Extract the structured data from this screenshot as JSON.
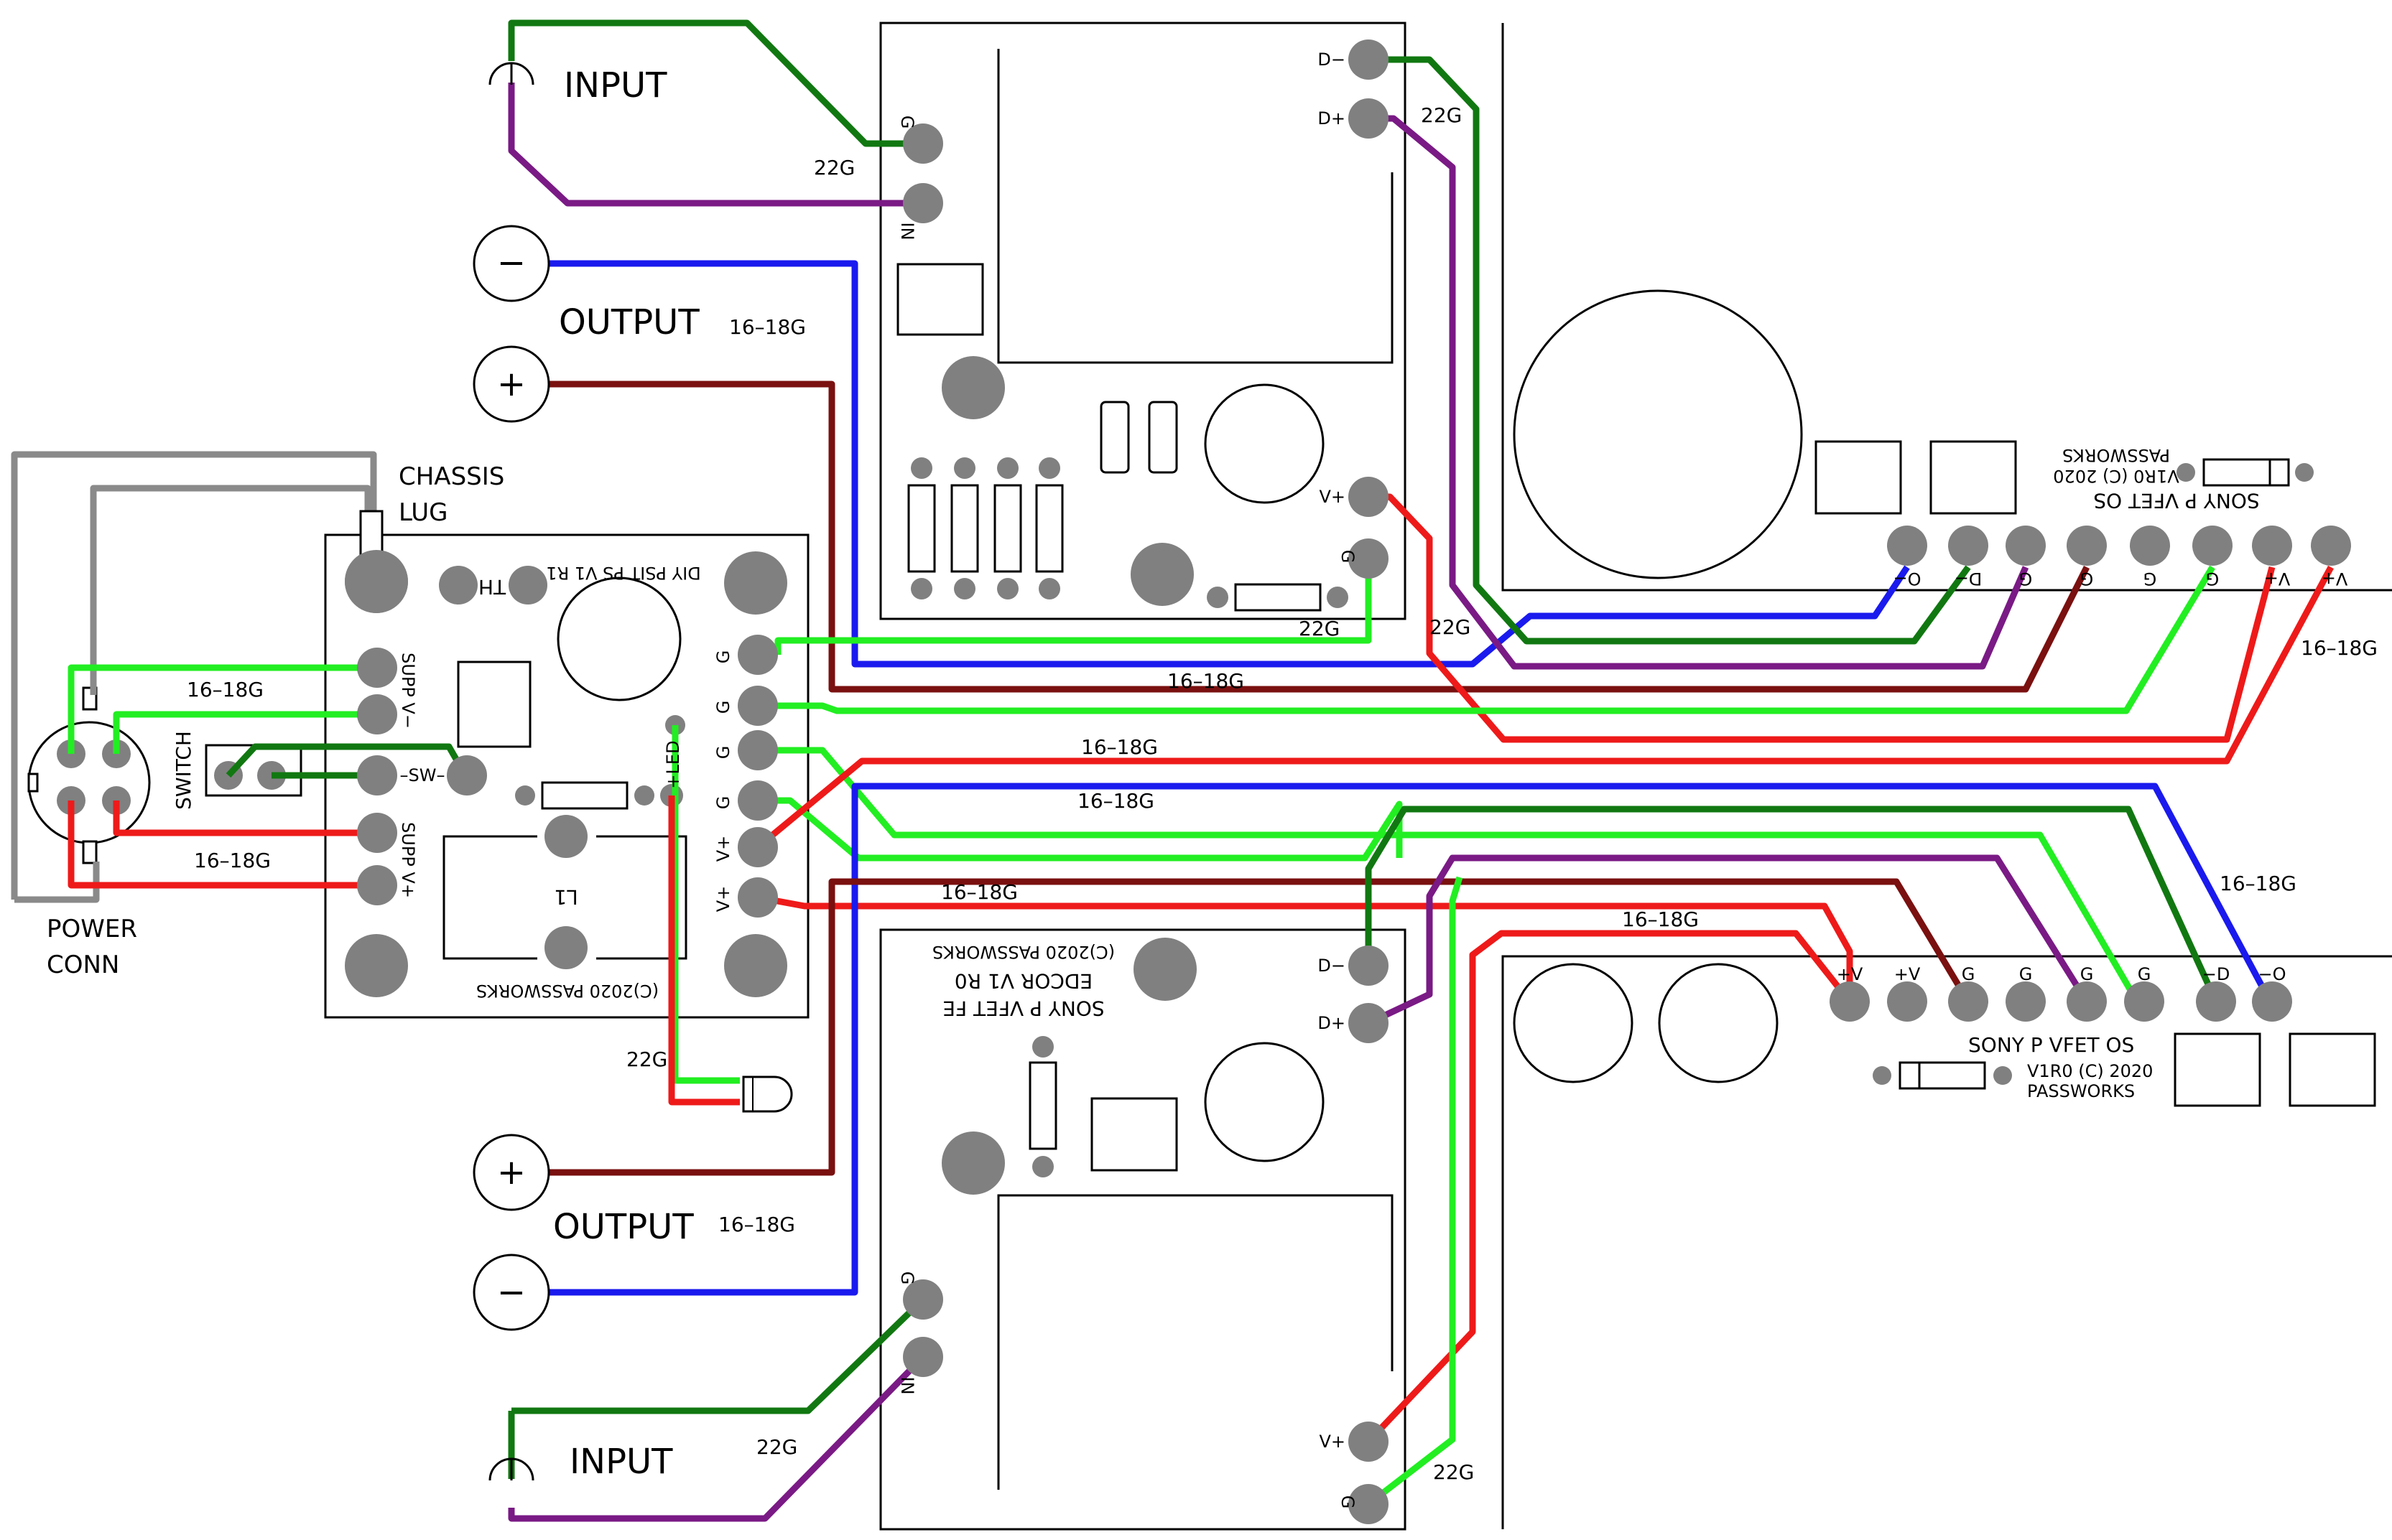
{
  "connectors": {
    "input_top": "INPUT",
    "output_top": "OUTPUT",
    "output_top_gauge": "16–18G",
    "output_bottom": "OUTPUT",
    "output_bottom_gauge": "16–18G",
    "input_bottom": "INPUT",
    "chassis_lug_line1": "CHASSIS",
    "chassis_lug_line2": "LUG",
    "power_conn_line1": "POWER",
    "power_conn_line2": "CONN",
    "switch": "SWITCH",
    "minus_symbol": "−",
    "plus_symbol": "+"
  },
  "psu_board": {
    "title": "DIY PSIT PS V1 R1",
    "th": "TH",
    "copyright": "(C)2020 PASSWORKS",
    "supp_vminus": "SUPP V−",
    "supp_vplus": "SUPP V+",
    "sw": "–SW–",
    "inductor": "L1",
    "led_plus": "+LED",
    "pad_g": "G",
    "pad_vplus": "V+"
  },
  "fe_board_top": {
    "pad_g": "G",
    "pad_in": "IN",
    "pad_dminus": "D−",
    "pad_dplus": "D+",
    "pad_vplus": "V+",
    "pad_g2": "G"
  },
  "fe_board_bottom": {
    "title_line1": "SONY P VFET FE",
    "title_line2": "EDCOR V1 R0",
    "title_line3": "(C)2020 PASSWORKS",
    "pad_dminus": "D−",
    "pad_dplus": "D+",
    "pad_g": "G",
    "pad_in": "IN",
    "pad_vplus": "V+",
    "pad_g2": "G"
  },
  "os_board_top": {
    "title": "SONY P VFET OS",
    "version": "V1R0 (C) 2020",
    "maker": "PASSWORKS",
    "pads": [
      "O−",
      "D−",
      "G",
      "G",
      "G",
      "G",
      "V+",
      "V+"
    ]
  },
  "os_board_bottom": {
    "title": "SONY P VFET OS",
    "version": "V1R0 (C) 2020",
    "maker": "PASSWORKS",
    "pads": [
      "+V",
      "+V",
      "G",
      "G",
      "G",
      "G",
      "−D",
      "−O"
    ]
  },
  "wire_labels": {
    "g22_input_top": "22G",
    "g22_drain_top": "22G",
    "g22_gate_top": "22G",
    "g22_vplus_top": "22G",
    "g1618_supp_vminus": "16–18G",
    "g1618_supp_vplus": "16–18G",
    "g1618_center_top": "16–18G",
    "g1618_vplus_a": "16–18G",
    "g1618_g_b": "16–18G",
    "g1618_vplus_c": "16–18G",
    "g1618_vplus_d": "16–18G",
    "g1618_right_top": "16–18G",
    "g1618_right_bottom": "16–18G",
    "g22_led": "22G",
    "g22_input_bottom": "22G",
    "g22_gate_bottom": "22G"
  },
  "wire_colors": {
    "green": "#117811",
    "lime": "#22ee22",
    "purple": "#7a1a85",
    "blue": "#1a1aee",
    "maroon": "#7a1010",
    "red": "#ee1a1a",
    "gray": "#8a8a8a",
    "pad": "#808080"
  }
}
